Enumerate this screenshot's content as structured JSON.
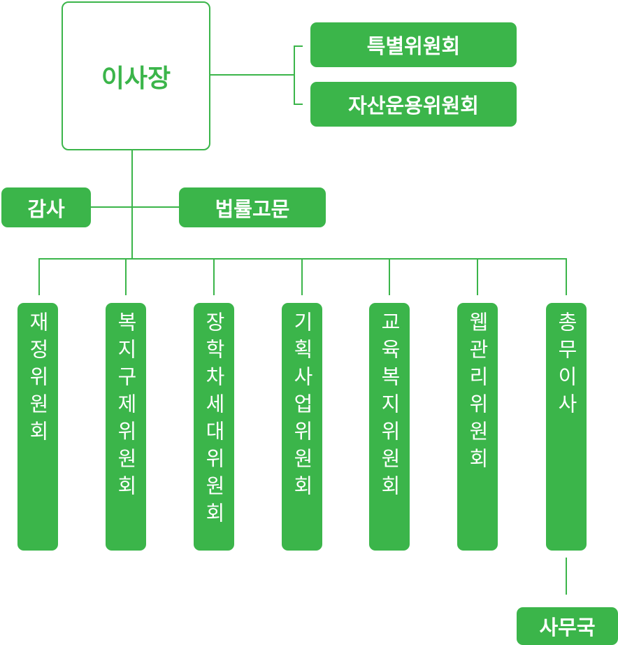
{
  "chairman": "이사장",
  "side_committees": [
    "특별위원회",
    "자산운용위원회"
  ],
  "auditor": "감사",
  "legal_advisor": "법률고문",
  "committees": [
    "재정위원회",
    "복지구제위원회",
    "장학차세대위원회",
    "기획사업위원회",
    "교육복지위원회",
    "웹관리위원회",
    "총무이사"
  ],
  "secretariat": "사무국",
  "colors": {
    "accent": "#3bb54a"
  }
}
